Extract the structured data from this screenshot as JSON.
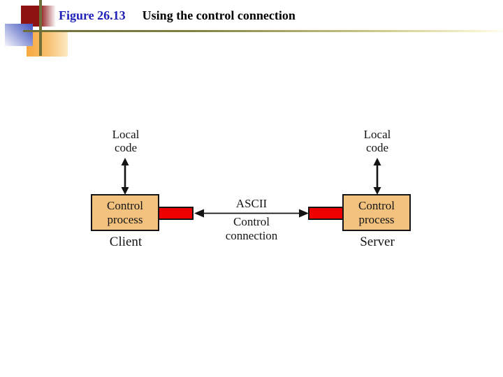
{
  "slide": {
    "title_figure": "Figure 26.13",
    "title_text": "Using the control connection"
  },
  "diagram": {
    "client": {
      "local_code": "Local\ncode",
      "process": "Control\nprocess",
      "host_label": "Client"
    },
    "server": {
      "local_code": "Local\ncode",
      "process": "Control\nprocess",
      "host_label": "Server"
    },
    "connection": {
      "encoding_label": "ASCII",
      "link_label": "Control\nconnection"
    }
  },
  "colors": {
    "title_blue": "#2020BB",
    "process_box_fill": "#F3C27F",
    "connection_red": "#EE0000",
    "ornament_olive": "#6E6E38",
    "ornament_maroon": "#8E1212",
    "ornament_orange": "#F6A83E",
    "ornament_blue": "#4253C0",
    "diagram_ink": "#141414"
  }
}
